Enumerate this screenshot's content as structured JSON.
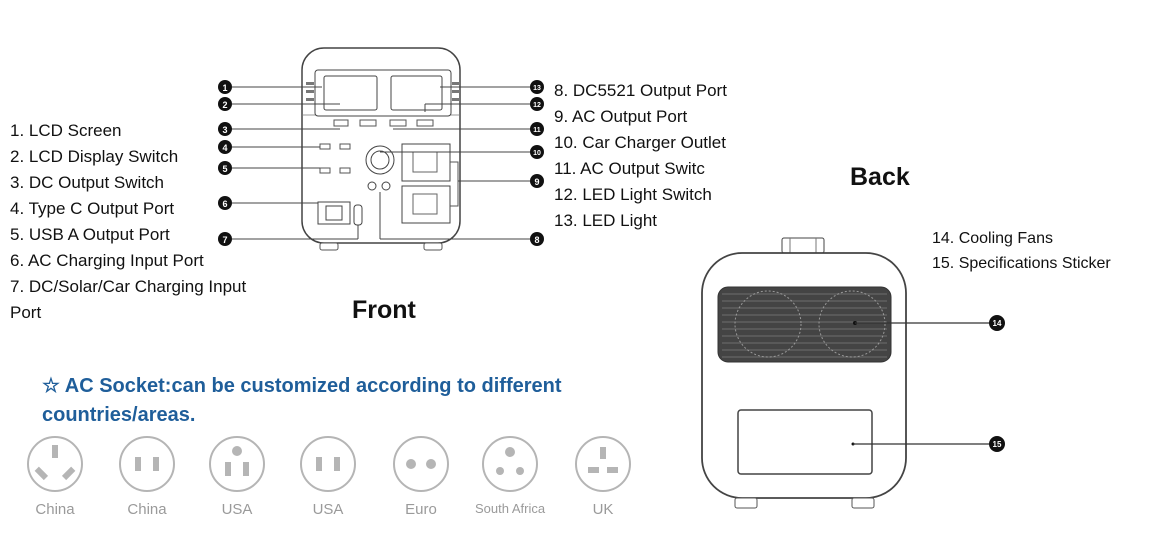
{
  "front": {
    "title": "Front",
    "labels_left": [
      "1. LCD Screen",
      "2. LCD Display Switch",
      "3. DC Output Switch",
      "4. Type C Output Port",
      "5. USB A Output Port",
      "6. AC Charging Input Port",
      "7. DC/Solar/Car Charging Input Port"
    ],
    "labels_right": [
      "8. DC5521 Output Port",
      "9. AC Output Port",
      "10. Car Charger Outlet",
      "11. AC Output Switc",
      "12. LED Light Switch",
      "13. LED Light"
    ],
    "callouts": [
      "1",
      "2",
      "3",
      "4",
      "5",
      "6",
      "7",
      "8",
      "9",
      "10",
      "11",
      "12",
      "13"
    ]
  },
  "back": {
    "title": "Back",
    "labels": [
      "14. Cooling Fans",
      "15. Specifications Sticker"
    ],
    "callouts": [
      "14",
      "15"
    ]
  },
  "socket_note": {
    "star": "☆",
    "text": "AC Socket:can be customized according to different countries/areas."
  },
  "sockets": [
    {
      "label": "China",
      "icon": "socket-china-angled-icon"
    },
    {
      "label": "China",
      "icon": "socket-china-flat-icon"
    },
    {
      "label": "USA",
      "icon": "socket-usa-grounded-icon"
    },
    {
      "label": "USA",
      "icon": "socket-usa-flat-icon"
    },
    {
      "label": "Euro",
      "icon": "socket-euro-icon"
    },
    {
      "label": "South Africa",
      "icon": "socket-south-africa-icon"
    },
    {
      "label": "UK",
      "icon": "socket-uk-icon"
    }
  ],
  "colors": {
    "note_text": "#1f5e9a",
    "socket_gray": "#b5b5b5",
    "outline": "#555555"
  }
}
